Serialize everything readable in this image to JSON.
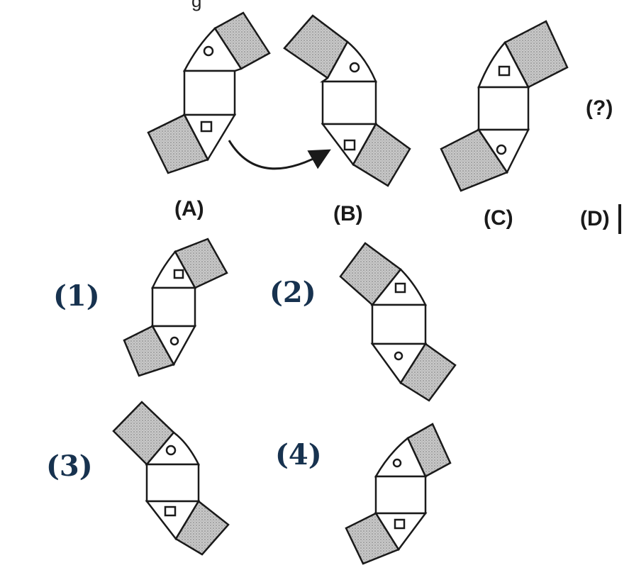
{
  "top_fragment": "g",
  "question_labels": {
    "a": "(A)",
    "b": "(B)",
    "c": "(C)",
    "d": "(D)"
  },
  "question_mark": "(?)",
  "option_labels": {
    "o1": "(1)",
    "o2": "(2)",
    "o3": "(3)",
    "o4": "(4)"
  },
  "colors": {
    "stroke": "#1a1a1a",
    "shade": "#bdbdbd",
    "option_label": "#17324f"
  },
  "shapes": {
    "figure_a": {
      "top_triangle": "circle",
      "bottom_triangle": "square"
    },
    "figure_b": {
      "top_triangle": "circle",
      "bottom_triangle": "square"
    },
    "figure_c": {
      "top_triangle": "square",
      "bottom_triangle": "circle"
    },
    "option_1": {
      "top_triangle": "square",
      "bottom_triangle": "circle"
    },
    "option_2": {
      "top_triangle": "square",
      "bottom_triangle": "circle"
    },
    "option_3": {
      "top_triangle": "circle",
      "bottom_triangle": "square"
    },
    "option_4": {
      "top_triangle": "circle",
      "bottom_triangle": "square"
    }
  }
}
